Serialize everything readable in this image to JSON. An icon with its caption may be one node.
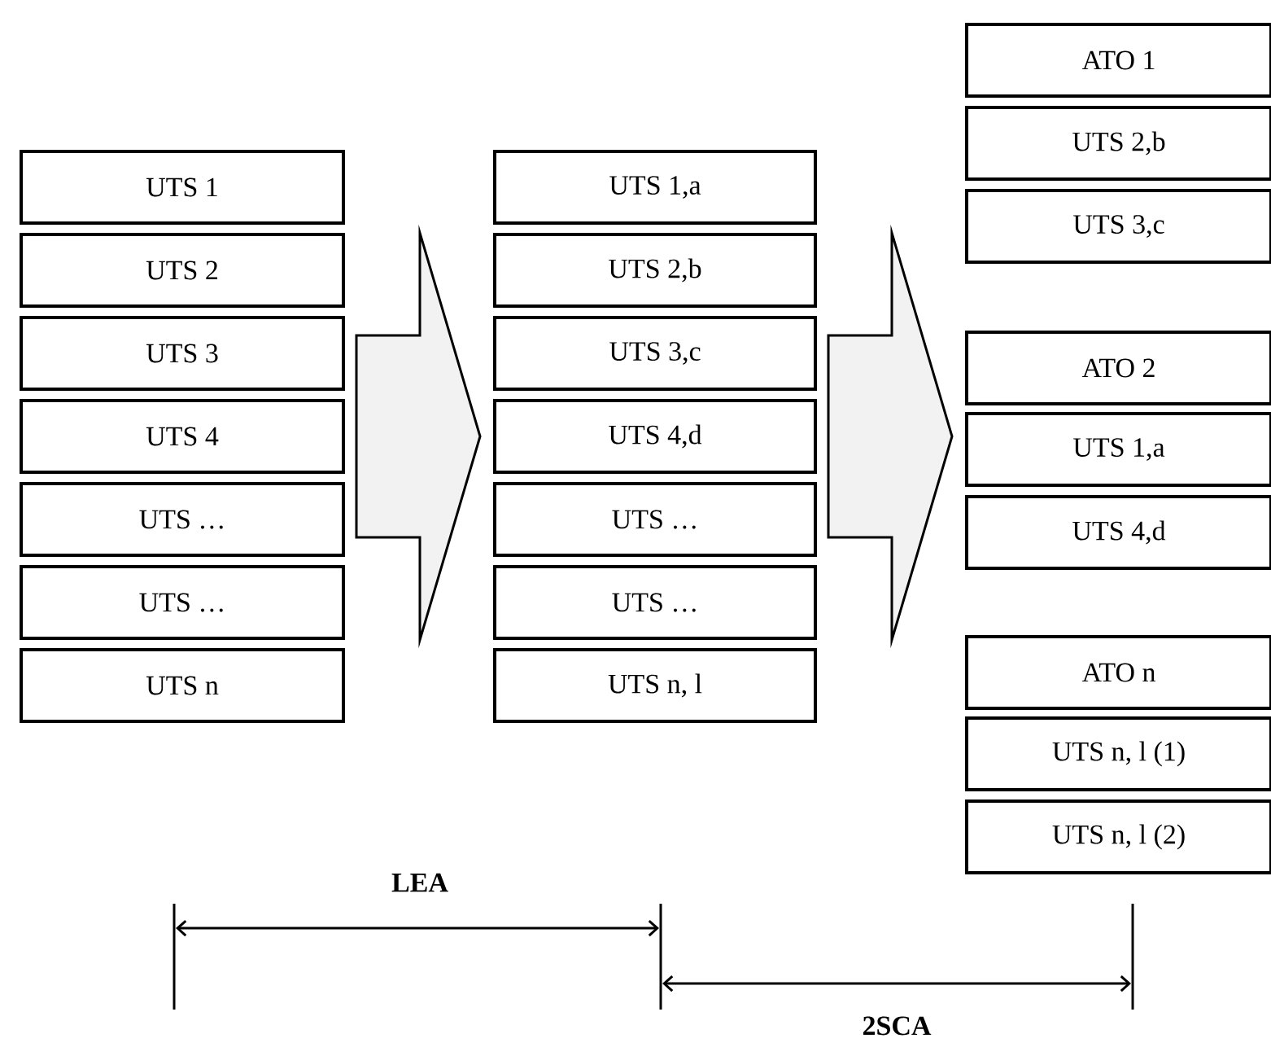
{
  "diagram": {
    "nodes": [
      {
        "text": [
          "UTS 1"
        ]
      },
      {
        "text": [
          "UTS 2"
        ]
      },
      {
        "text": [
          "UTS 3"
        ]
      },
      {
        "text": [
          "UTS 4"
        ]
      },
      {
        "text": [
          "UTS …"
        ]
      },
      {
        "text": [
          "UTS …"
        ]
      },
      {
        "text": [
          "UTS n"
        ]
      },
      {
        "text": [
          "UTS 1,a"
        ]
      },
      {
        "text": [
          "UTS 2,b"
        ]
      },
      {
        "text": [
          "UTS 3,c"
        ]
      },
      {
        "text": [
          "UTS 4,d"
        ]
      },
      {
        "text": [
          "UTS …"
        ]
      },
      {
        "text": [
          "UTS …"
        ]
      },
      {
        "text": [
          "UTS n, l"
        ]
      },
      {
        "text": [
          "ATO 1"
        ]
      },
      {
        "text": [
          "UTS 2,b"
        ]
      },
      {
        "text": [
          "UTS 3,c"
        ]
      },
      {
        "text": [
          "ATO 2"
        ]
      },
      {
        "text": [
          "UTS 1,a"
        ]
      },
      {
        "text": [
          "UTS 4,d"
        ]
      },
      {
        "text": [
          "ATO n"
        ]
      },
      {
        "text": [
          "UTS n, l (1)"
        ]
      },
      {
        "text": [
          "UTS n, l (2)"
        ]
      }
    ],
    "edges": [
      {
        "from": 3,
        "to": 10,
        "arrow": "to"
      },
      {
        "from": 10,
        "to": 18,
        "arrow": "to"
      }
    ],
    "labels": [
      "LEA",
      "2SCA"
    ]
  }
}
